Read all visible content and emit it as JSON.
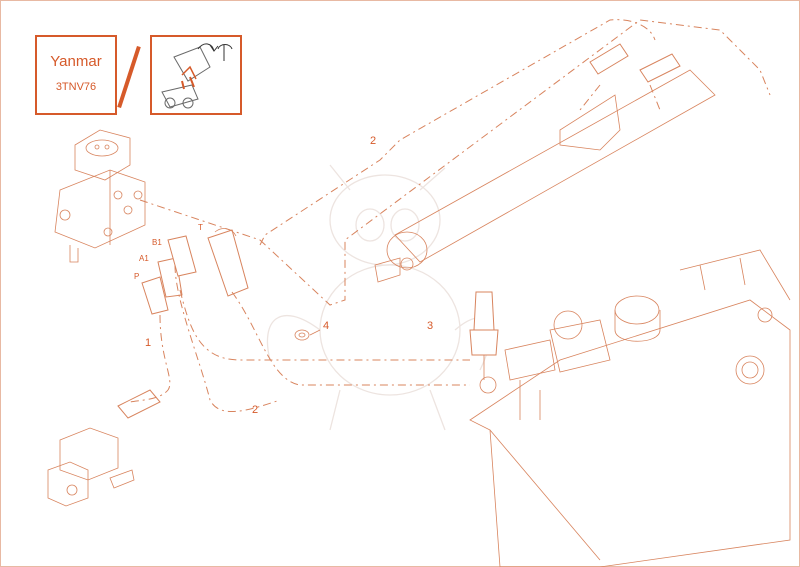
{
  "engine": {
    "brand": "Yanmar",
    "model": "3TNV76"
  },
  "callouts": {
    "hose_1": "1",
    "hose_2_upper": "2",
    "hose_2_lower": "2",
    "hose_3": "3",
    "clamp_4": "4"
  },
  "port_labels": {
    "p": "P",
    "a1": "A1",
    "b1": "B1",
    "t": "T"
  },
  "icons": {
    "attachment_icon": "tilt-rotate-attachment-icon"
  },
  "colors": {
    "line": "#d8845e",
    "border": "#d65a2a",
    "watermark": "#ede4e0"
  }
}
